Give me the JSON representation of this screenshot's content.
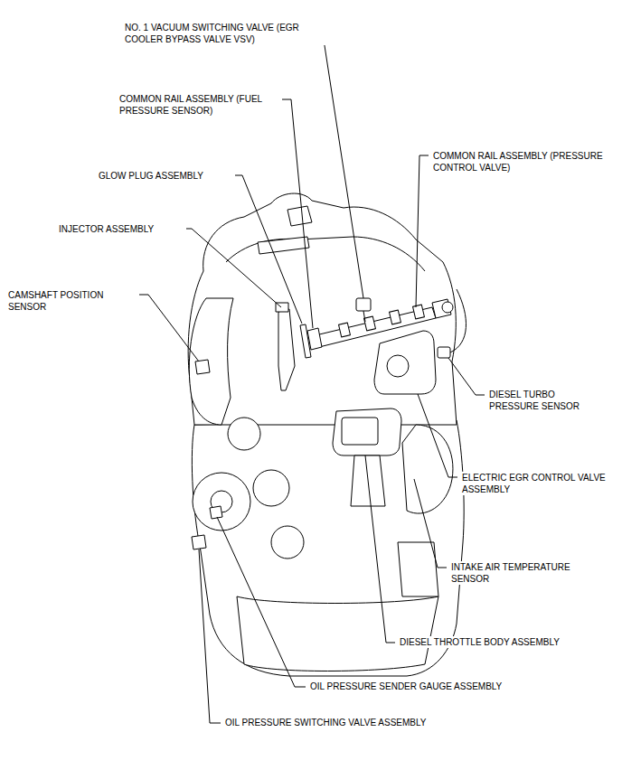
{
  "diagram": {
    "labels": [
      "NO. 1 VACUUM SWITCHING VALVE (EGR COOLER BYPASS VALVE VSV)",
      "COMMON RAIL ASSEMBLY (FUEL PRESSURE SENSOR)",
      "GLOW PLUG ASSEMBLY",
      "INJECTOR ASSEMBLY",
      "CAMSHAFT POSITION SENSOR",
      "COMMON RAIL ASSEMBLY (PRESSURE CONTROL VALVE)",
      "DIESEL TURBO PRESSURE SENSOR",
      "ELECTRIC EGR CONTROL VALVE ASSEMBLY",
      "INTAKE AIR TEMPERATURE SENSOR",
      "DIESEL THROTTLE BODY ASSEMBLY",
      "OIL PRESSURE SENDER GAUGE ASSEMBLY",
      "OIL PRESSURE SWITCHING VALVE ASSEMBLY"
    ]
  }
}
